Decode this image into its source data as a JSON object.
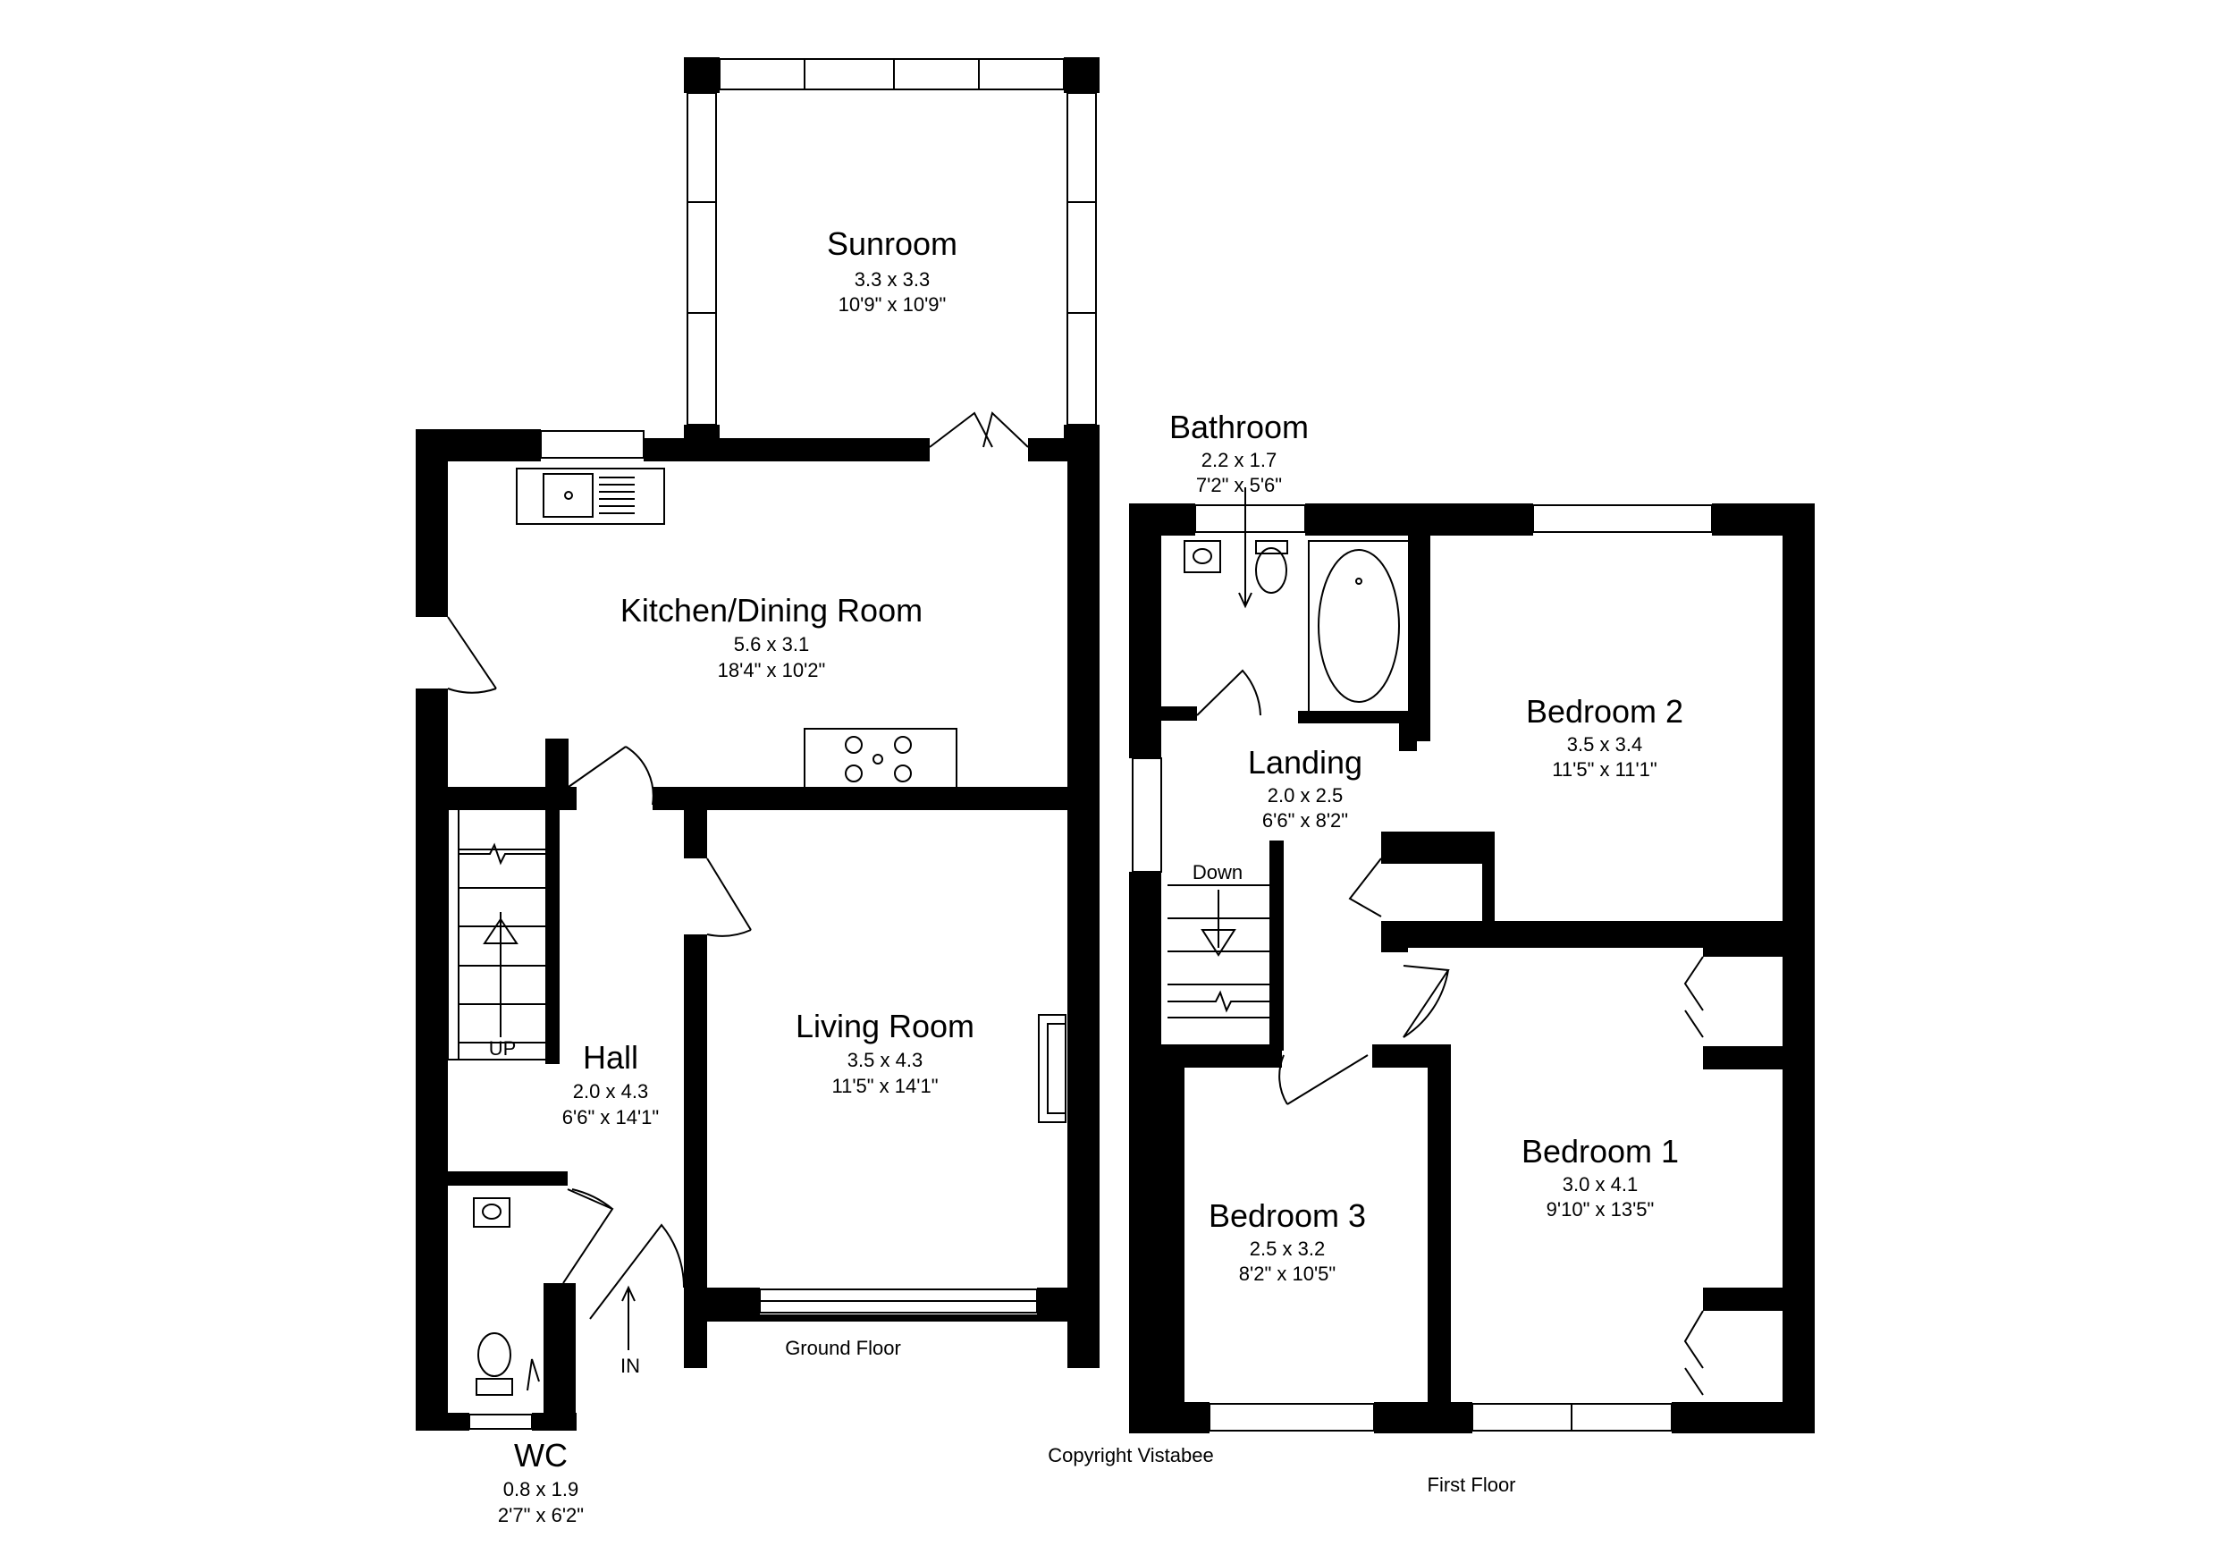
{
  "floors": {
    "ground": "Ground Floor",
    "first": "First Floor"
  },
  "rooms": {
    "sunroom": {
      "name": "Sunroom",
      "metric": "3.3 x 3.3",
      "imperial": "10'9\" x 10'9\""
    },
    "kitchen": {
      "name": "Kitchen/Dining Room",
      "metric": "5.6 x 3.1",
      "imperial": "18'4\" x 10'2\""
    },
    "living": {
      "name": "Living Room",
      "metric": "3.5 x 4.3",
      "imperial": "11'5\" x 14'1\""
    },
    "hall": {
      "name": "Hall",
      "metric": "2.0 x 4.3",
      "imperial": "6'6\" x 14'1\""
    },
    "wc": {
      "name": "WC",
      "metric": "0.8 x 1.9",
      "imperial": "2'7\" x 6'2\""
    },
    "bathroom": {
      "name": "Bathroom",
      "metric": "2.2 x 1.7",
      "imperial": "7'2\" x 5'6\""
    },
    "bedroom2": {
      "name": "Bedroom 2",
      "metric": "3.5 x 3.4",
      "imperial": "11'5\" x 11'1\""
    },
    "landing": {
      "name": "Landing",
      "metric": "2.0 x 2.5",
      "imperial": "6'6\" x 8'2\""
    },
    "bedroom1": {
      "name": "Bedroom 1",
      "metric": "3.0 x 4.1",
      "imperial": "9'10\" x 13'5\""
    },
    "bedroom3": {
      "name": "Bedroom 3",
      "metric": "2.5 x 3.2",
      "imperial": "8'2\" x 10'5\""
    }
  },
  "markers": {
    "up": "UP",
    "down": "Down",
    "entrance": "IN"
  },
  "copyright": "Copyright Vistabee",
  "colors": {
    "walls": "#000000",
    "background": "#ffffff"
  }
}
